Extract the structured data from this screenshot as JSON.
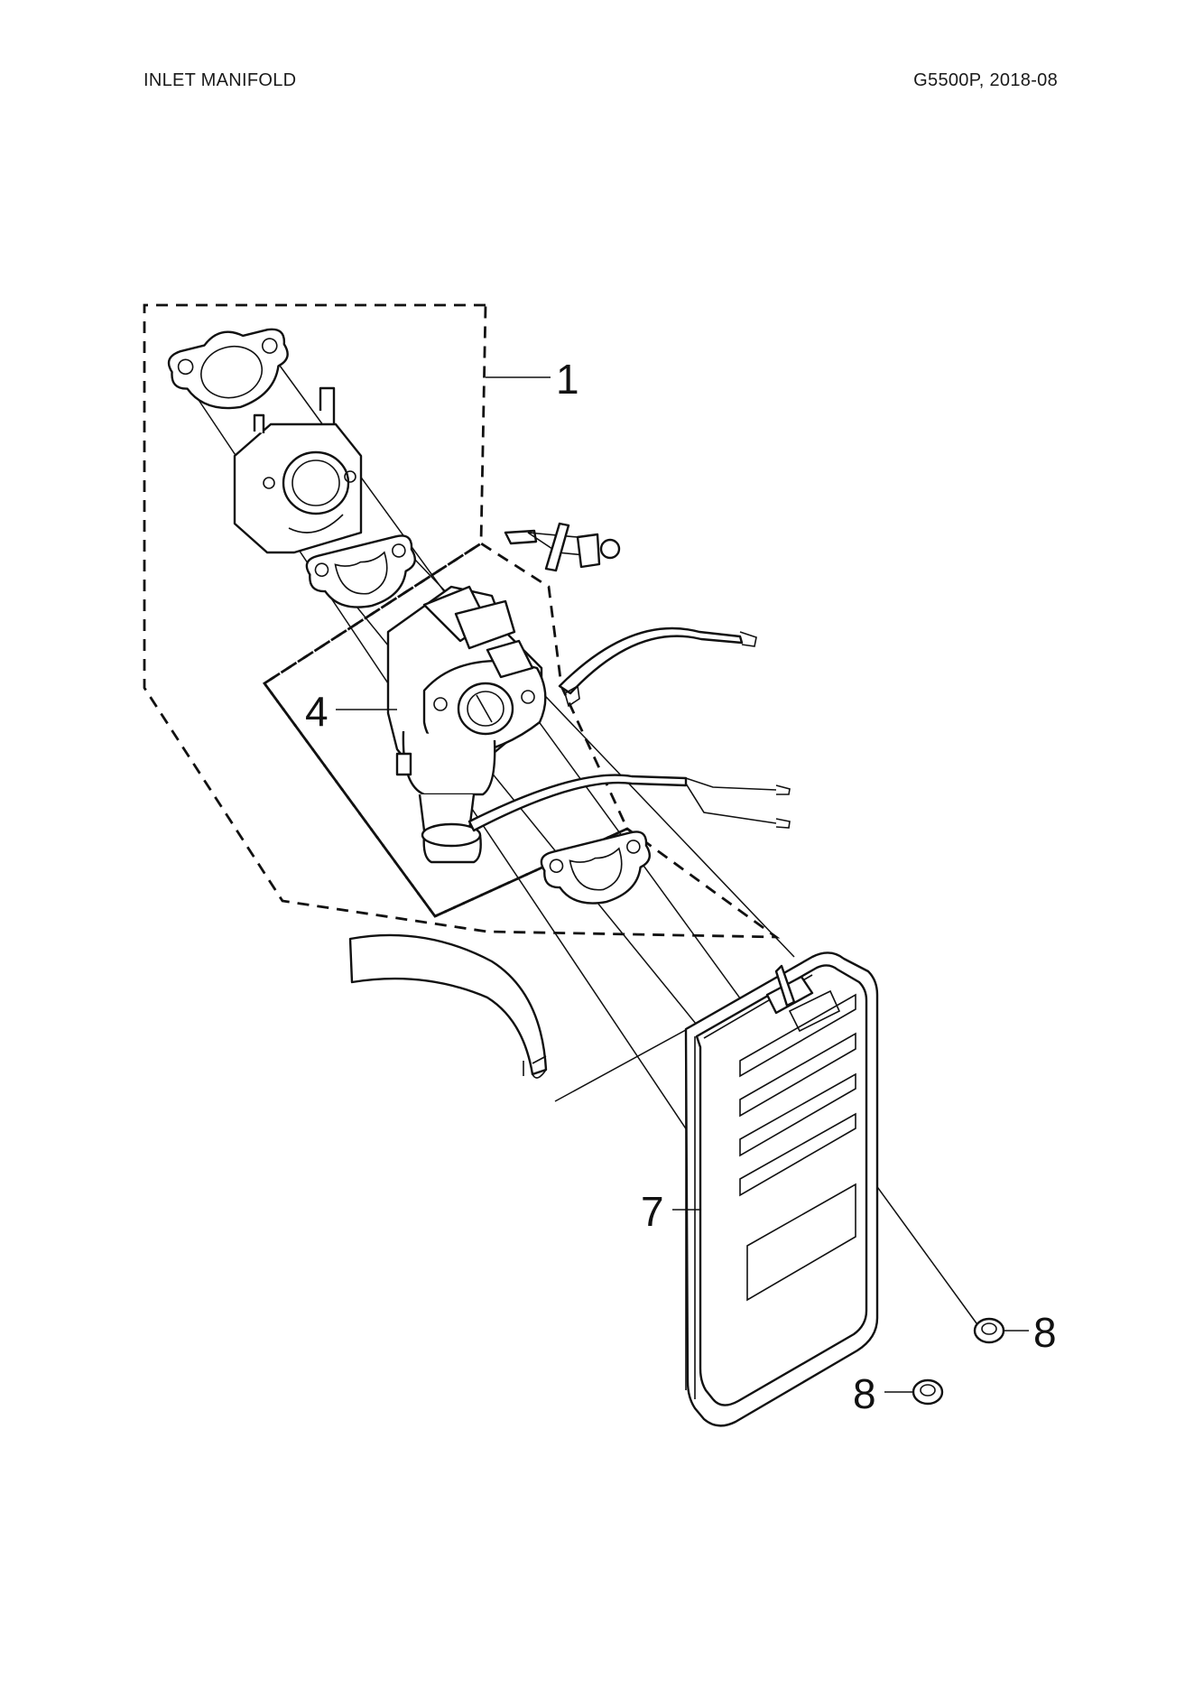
{
  "header": {
    "title": "INLET MANIFOLD",
    "model": "G5500P, 2018-08"
  },
  "callouts": [
    {
      "id": "callout-1",
      "label": "1"
    },
    {
      "id": "callout-4",
      "label": "4"
    },
    {
      "id": "callout-7",
      "label": "7"
    },
    {
      "id": "callout-8a",
      "label": "8"
    },
    {
      "id": "callout-8b",
      "label": "8"
    }
  ]
}
